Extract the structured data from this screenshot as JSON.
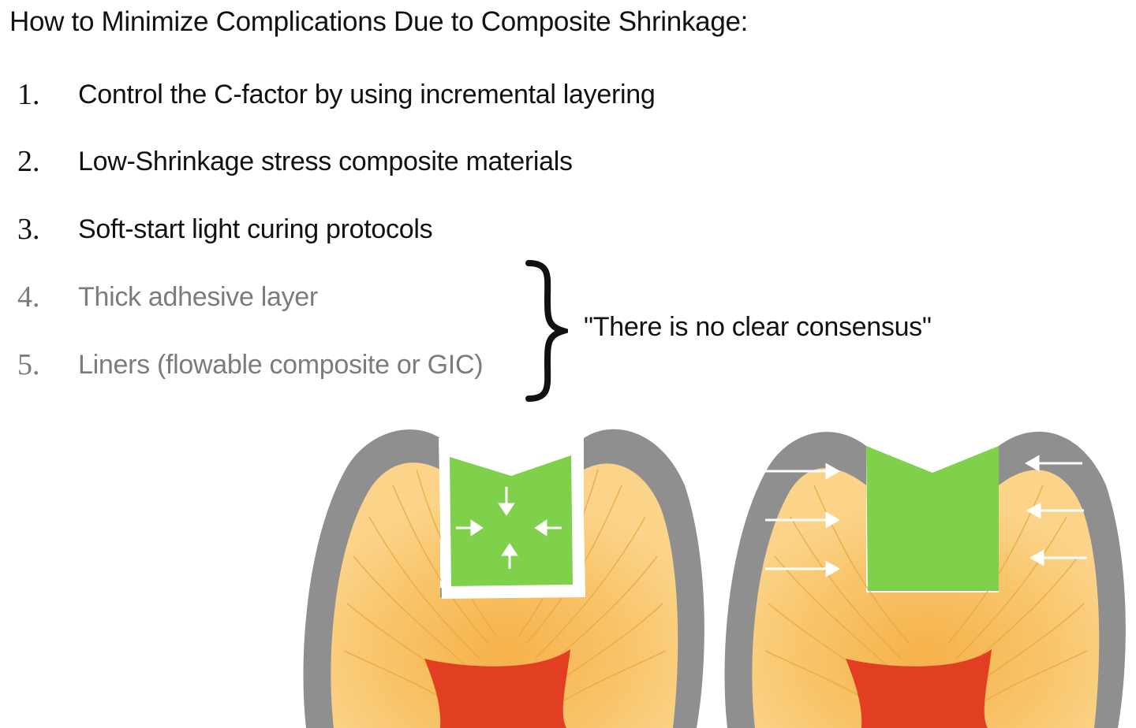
{
  "title": "How to Minimize Complications Due to Composite Shrinkage:",
  "items": [
    {
      "num": "1.",
      "text": "Control the C-factor by using incremental layering",
      "tone": "dark"
    },
    {
      "num": "2.",
      "text": "Low-Shrinkage stress composite materials",
      "tone": "dark"
    },
    {
      "num": "3.",
      "text": "Soft-start light curing protocols",
      "tone": "dark"
    },
    {
      "num": "4.",
      "text": "Thick adhesive layer",
      "tone": "gray"
    },
    {
      "num": "5.",
      "text": "Liners (flowable composite or GIC)",
      "tone": "gray"
    }
  ],
  "consensus_note": "\"There is no clear consensus\"",
  "illustrations": {
    "left": {
      "icon": "tooth-cavity-shrinkage-gap-icon"
    },
    "right": {
      "icon": "tooth-cavity-bonded-stress-icon"
    }
  },
  "colors": {
    "text_dark": "#111111",
    "text_gray": "#7c7c7c",
    "enamel": "#8f8f8f",
    "dentin": "#f7bf5e",
    "pulp": "#e23f22",
    "composite": "#7fd14b"
  }
}
